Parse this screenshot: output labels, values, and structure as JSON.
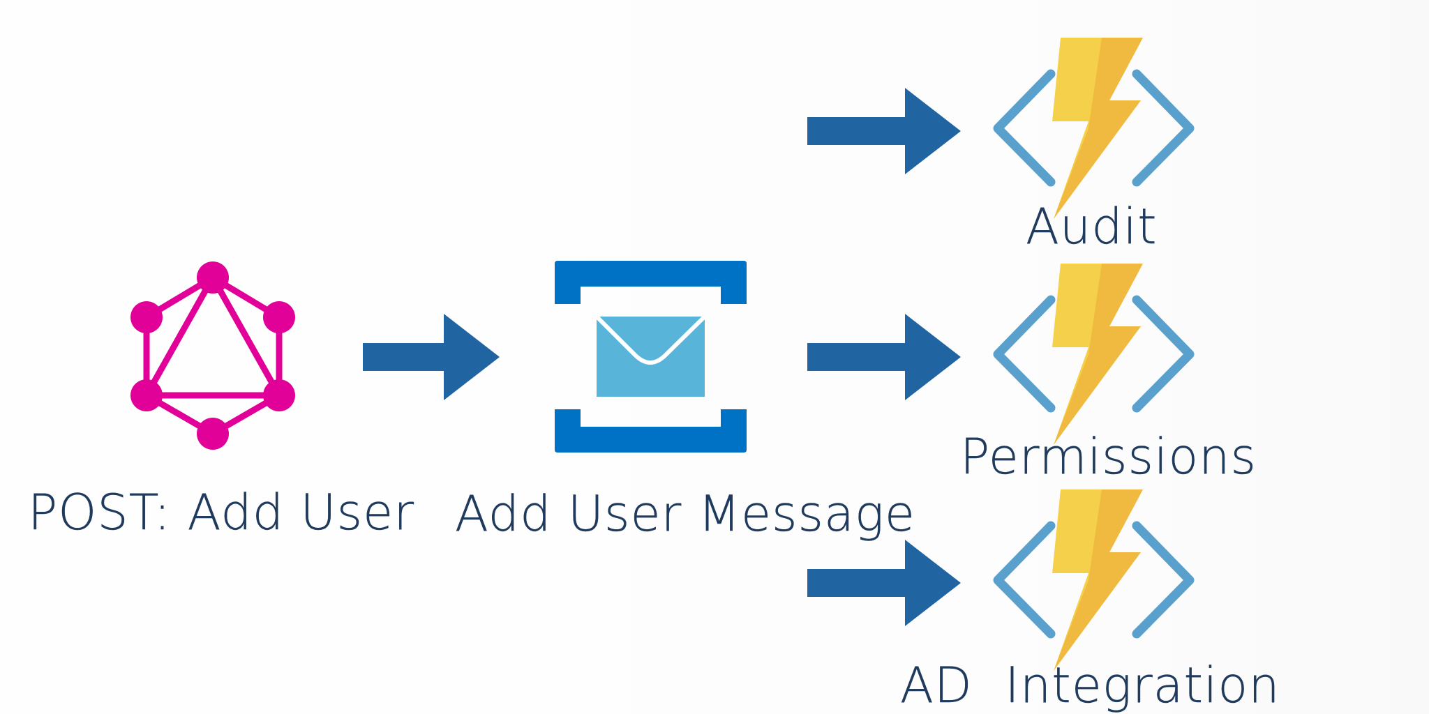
{
  "colors": {
    "graphql": "#e10098",
    "arrow": "#2064a1",
    "queue_frame": "#0072c6",
    "queue_envelope": "#59b4d9",
    "function_bracket": "#59a0cd",
    "bolt_light": "#f5d04a",
    "bolt_dark": "#edb13a",
    "text": "#1f3a5c"
  },
  "nodes": {
    "source": {
      "icon": "graphql-icon",
      "label": "POST: Add User"
    },
    "queue": {
      "icon": "service-bus-queue-icon",
      "label": "Add User Message"
    },
    "functions": [
      {
        "icon": "azure-function-icon",
        "label": "Audit"
      },
      {
        "icon": "azure-function-icon",
        "label": "Permissions"
      },
      {
        "icon": "azure-function-icon",
        "label": "AD  Integration"
      }
    ]
  }
}
